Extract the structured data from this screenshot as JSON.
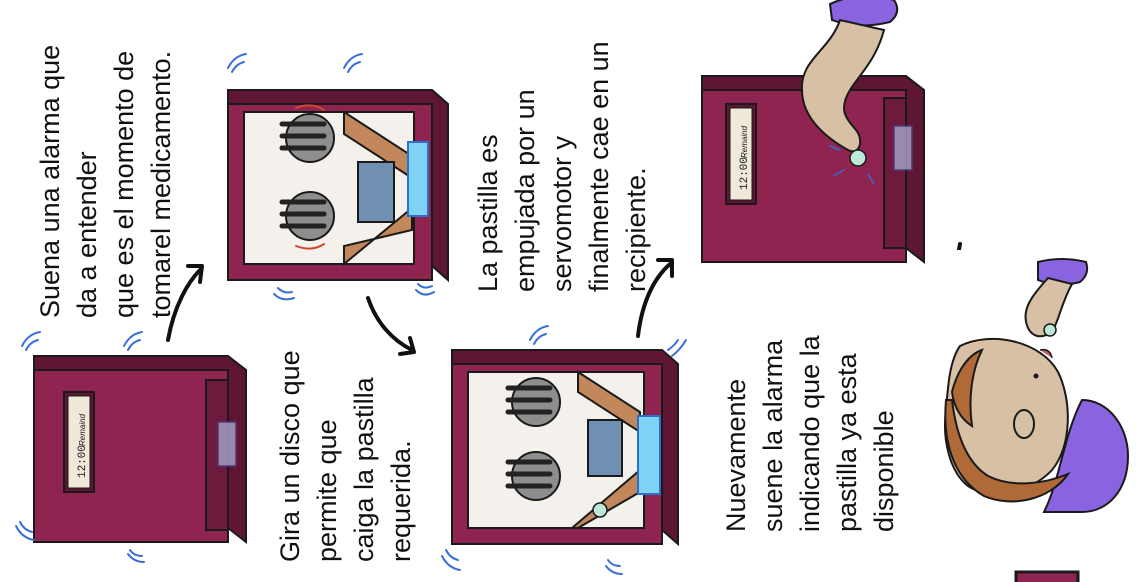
{
  "colors": {
    "box": "#8f2450",
    "box_dark": "#5e1634",
    "box_light": "#a93866",
    "interior": "#f4f1ec",
    "skin": "#d8c0a4",
    "hair": "#b06a38",
    "sleeve": "#8a63e0",
    "led": "#7fd4f6",
    "wood": "#c2875a"
  },
  "steps": [
    {
      "label": "Suena una alarma que da a entender que es el momento de tomarel medicamento.",
      "lines": [
        "Suena una alarma que",
        "da a entender",
        "que es el momento de",
        "tomarel medicamento."
      ]
    },
    {
      "label": "Gira un disco que permite que caiga la pastilla requerida.",
      "lines": [
        "Gira un disco que",
        "permite que",
        "caiga la pastilla",
        "requerida."
      ]
    },
    {
      "label": "La pastilla es empujada por un servomotor y finalmente cae en un recipiente.",
      "lines": [
        "La pastilla es",
        "empujada por un",
        "servomotor y",
        "finalmente cae en un",
        "recipiente."
      ]
    },
    {
      "label": "Nuevamente suene la alarma indicando que la pastilla ya esta disponible",
      "lines": [
        "Nuevamente",
        "suene la alarma",
        "indicando que la",
        "pastilla ya esta",
        "disponible"
      ]
    }
  ],
  "display": {
    "time": "12:00",
    "brand": "Remaind"
  }
}
